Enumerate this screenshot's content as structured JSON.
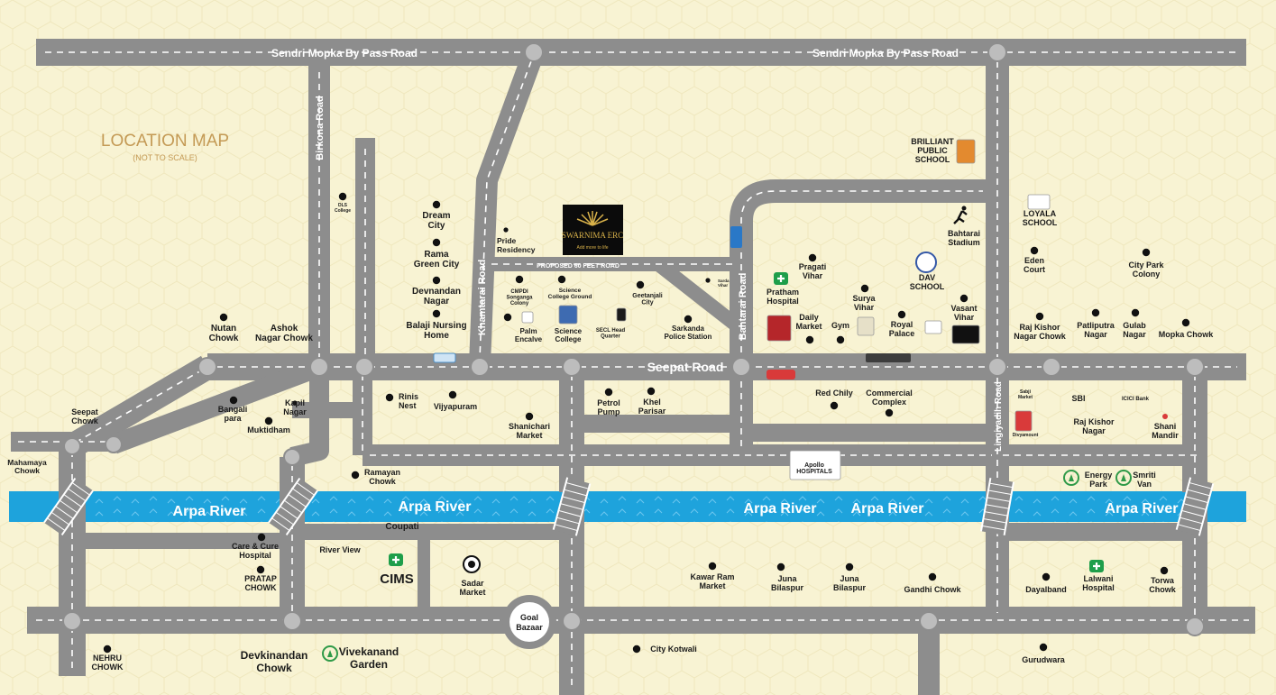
{
  "map": {
    "title": "LOCATION MAP",
    "subtitle": "(NOT TO SCALE)",
    "colors": {
      "background": "#f8f3d3",
      "road": "#8d8d8d",
      "road_dash": "#ffffff",
      "river": "#1ea3dc",
      "junction": "#bdbdbd",
      "text": "#1b1b1b",
      "title": "#c49a55",
      "hospital": "#1e9e4a"
    },
    "roads": {
      "sendri_left": "Sendri Mopka By Pass Road",
      "sendri_right": "Sendri Mopka By Pass Road",
      "birkona": "Birkona Road",
      "khamtarai": "Khamtarai Road",
      "bahtarai": "Bahtarai Road",
      "seepat": "Seepat Road",
      "lingiyadih": "Lingiyadih Road",
      "proposed": "PROPOSED 60 FEET ROAD",
      "coupati": "Coupati"
    },
    "river": {
      "label_1": "Arpa River",
      "label_2": "Arpa River",
      "label_3": "Arpa River",
      "label_4": "Arpa River",
      "label_5": "Arpa River"
    },
    "project": {
      "name": "SWARNIMA ERC",
      "tagline": "Add more to life"
    },
    "places": {
      "dls": [
        "DLS",
        "College"
      ],
      "dream": [
        "Dream",
        "City"
      ],
      "rama": [
        "Rama",
        "Green City"
      ],
      "devnandan": [
        "Devnandan",
        "Nagar"
      ],
      "balaji": [
        "Balaji Nursing",
        "Home"
      ],
      "pride": [
        "Pride",
        "Residency"
      ],
      "cmpdi": [
        "CMPDI",
        "Songanga",
        "Colony"
      ],
      "science_ground": [
        "Science",
        "College Ground"
      ],
      "geetanjali": [
        "Geetanjali",
        "City"
      ],
      "sarda": [
        "Sarda",
        "Vihar"
      ],
      "palm": [
        "Palm",
        "Encalve"
      ],
      "science_college": [
        "Science",
        "College"
      ],
      "secl": [
        "SECL Head",
        "Quarter"
      ],
      "sarkanda": [
        "Sarkanda",
        "Police Station"
      ],
      "nutan": [
        "Nutan",
        "Chowk"
      ],
      "ashok": [
        "Ashok",
        "Nagar Chowk"
      ],
      "pratham": [
        "Pratham",
        "Hospital"
      ],
      "pragati": [
        "Pragati",
        "Vihar"
      ],
      "daily": [
        "Daily",
        "Market"
      ],
      "gym": [
        "Gym"
      ],
      "surya": [
        "Surya",
        "Vihar"
      ],
      "royal": [
        "Royal",
        "Palace"
      ],
      "dav": [
        "DAV",
        "SCHOOL"
      ],
      "vasant": [
        "Vasant",
        "Vihar"
      ],
      "bahtarai_stadium": [
        "Bahtarai",
        "Stadium"
      ],
      "brilliant": [
        "BRILLIANT",
        "PUBLIC",
        "SCHOOL"
      ],
      "loyala": [
        "LOYALA",
        "SCHOOL"
      ],
      "eden": [
        "Eden",
        "Court"
      ],
      "citypark": [
        "City Park",
        "Colony"
      ],
      "rajkishor_chowk": [
        "Raj Kishor",
        "Nagar Chowk"
      ],
      "patliputra": [
        "Patliputra",
        "Nagar"
      ],
      "gulab": [
        "Gulab",
        "Nagar"
      ],
      "mopka": [
        "Mopka Chowk"
      ],
      "seepat_chowk": [
        "Seepat",
        "Chowk"
      ],
      "mahamaya": [
        "Mahamaya",
        "Chowk"
      ],
      "bangali": [
        "Bangali",
        "para"
      ],
      "kapil": [
        "Kapil",
        "Nagar"
      ],
      "muktidham": [
        "Muktidham"
      ],
      "rinis": [
        "Rinis",
        "Nest"
      ],
      "vijyapuram": [
        "Vijyapuram"
      ],
      "shanichari": [
        "Shanichari",
        "Market"
      ],
      "petrol": [
        "Petrol",
        "Pump"
      ],
      "khel": [
        "Khel",
        "Parisar"
      ],
      "redchily": [
        "Red Chily"
      ],
      "commercial": [
        "Commercial",
        "Complex"
      ],
      "sabji": [
        "Sabji",
        "Market"
      ],
      "divyamount": [
        "Divyamount"
      ],
      "sbi": [
        "SBI"
      ],
      "icici": [
        "ICICI Bank"
      ],
      "rajkishor": [
        "Raj Kishor",
        "Nagar"
      ],
      "shani": [
        "Shani",
        "Mandir"
      ],
      "ramayan": [
        "Ramayan",
        "Chowk"
      ],
      "apollo": [
        "Apollo",
        "HOSPITALS"
      ],
      "energy": [
        "Energy",
        "Park"
      ],
      "smriti": [
        "Smriti",
        "Van"
      ],
      "carecure": [
        "Care & Cure",
        "Hospital"
      ],
      "pratap": [
        "PRATAP",
        "CHOWK"
      ],
      "riverview": [
        "River View"
      ],
      "cims": [
        "CIMS"
      ],
      "sadar": [
        "Sadar",
        "Market"
      ],
      "goal": [
        "Goal",
        "Bazaar"
      ],
      "kawar": [
        "Kawar Ram",
        "Market"
      ],
      "juna1": [
        "Juna",
        "Bilaspur"
      ],
      "juna2": [
        "Juna",
        "Bilaspur"
      ],
      "gandhi": [
        "Gandhi Chowk"
      ],
      "dayalband": [
        "Dayalband"
      ],
      "lalwani": [
        "Lalwani",
        "Hospital"
      ],
      "torwa": [
        "Torwa",
        "Chowk"
      ],
      "nehru": [
        "NEHRU",
        "CHOWK"
      ],
      "devkinandan": [
        "Devkinandan",
        "Chowk"
      ],
      "vivekanand": [
        "Vivekanand",
        "Garden"
      ],
      "kotwali": [
        "City Kotwali"
      ],
      "gurudwara": [
        "Gurudwara"
      ]
    }
  }
}
